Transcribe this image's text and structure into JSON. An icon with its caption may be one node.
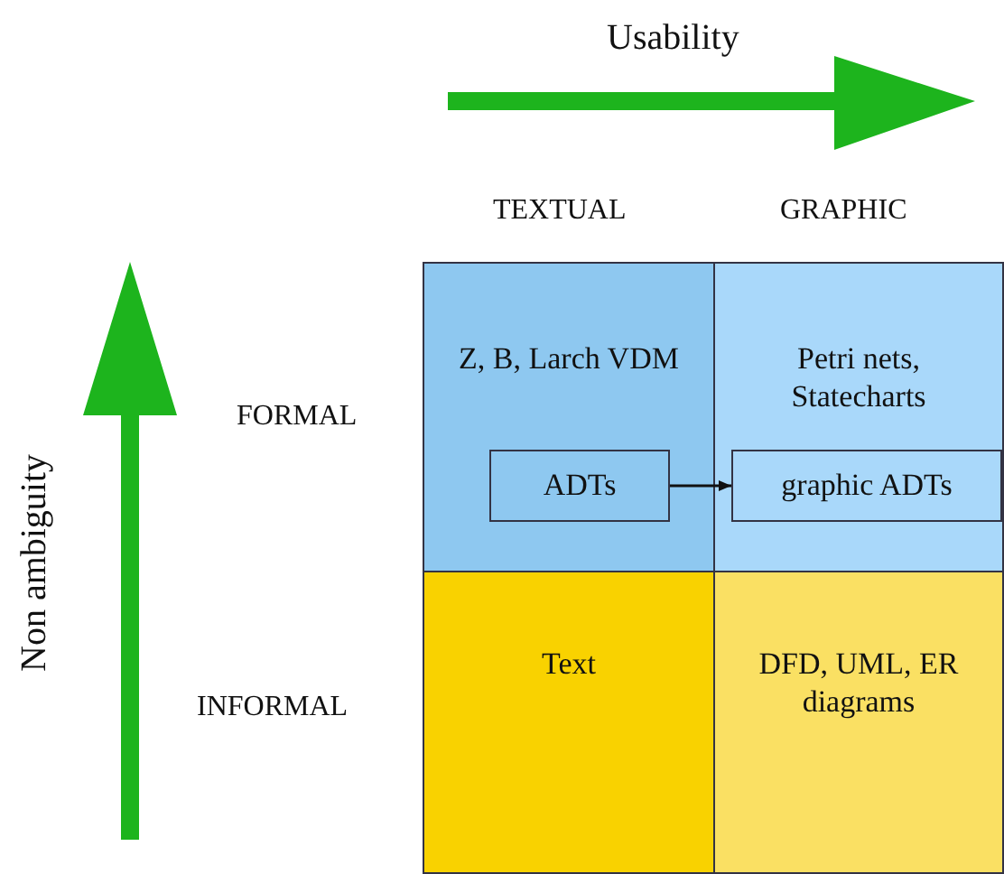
{
  "diagram": {
    "nodes": [
      {
        "text": [
          "Z, B, Larch VDM"
        ]
      },
      {
        "text": [
          "ADTs"
        ],
        "in": 0
      },
      {
        "text": [
          "Petri nets, Statecharts"
        ]
      },
      {
        "text": [
          "graphic ADTs"
        ],
        "in": 2
      },
      {
        "text": [
          "Text"
        ]
      },
      {
        "text": [
          "DFD, UML, ER diagrams"
        ]
      }
    ],
    "edges": [
      {
        "from": 1,
        "to": 3,
        "arrow": "to"
      }
    ],
    "labels": [
      "Usability",
      "TEXTUAL",
      "GRAPHIC",
      "FORMAL",
      "Non ambiguity",
      "INFORMAL"
    ]
  }
}
